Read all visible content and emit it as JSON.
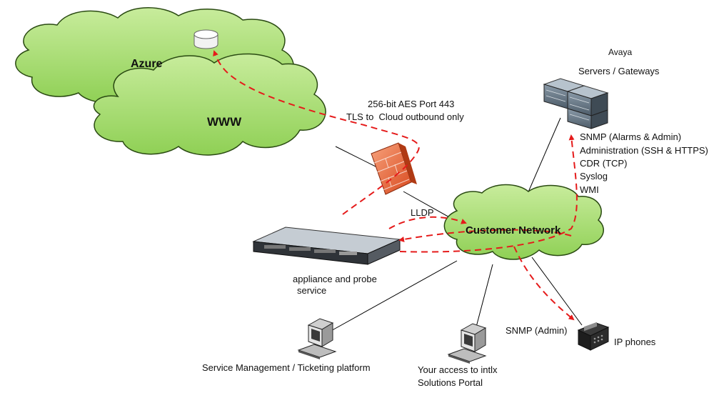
{
  "clouds": {
    "azure": "Azure",
    "www": "WWW",
    "customer_network": "Customer Network"
  },
  "labels": {
    "tls_line1": "256-bit AES Port 443",
    "tls_line2": "TLS to  Cloud outbound only",
    "lldp": "LLDP",
    "avaya": "Avaya",
    "servers_gateways": "Servers / Gateways",
    "protocols": [
      "SNMP (Alarms & Admin)",
      "Administration (SSH & HTTPS)",
      "CDR (TCP)",
      "Syslog",
      "WMI"
    ],
    "appliance_line1": "appliance and probe",
    "appliance_line2": "service",
    "snmp_admin": "SNMP (Admin)",
    "ip_phones": "IP phones",
    "service_mgmt": "Service Management / Ticketing platform",
    "portal_line1": "Your access to intlx",
    "portal_line2": "Solutions Portal"
  },
  "colors": {
    "cloud_fill_top": "#c8ec9c",
    "cloud_fill_bottom": "#8fd055",
    "cloud_stroke": "#2a4a12",
    "flow": "#e51b1b",
    "firewall": "#e8683d"
  }
}
